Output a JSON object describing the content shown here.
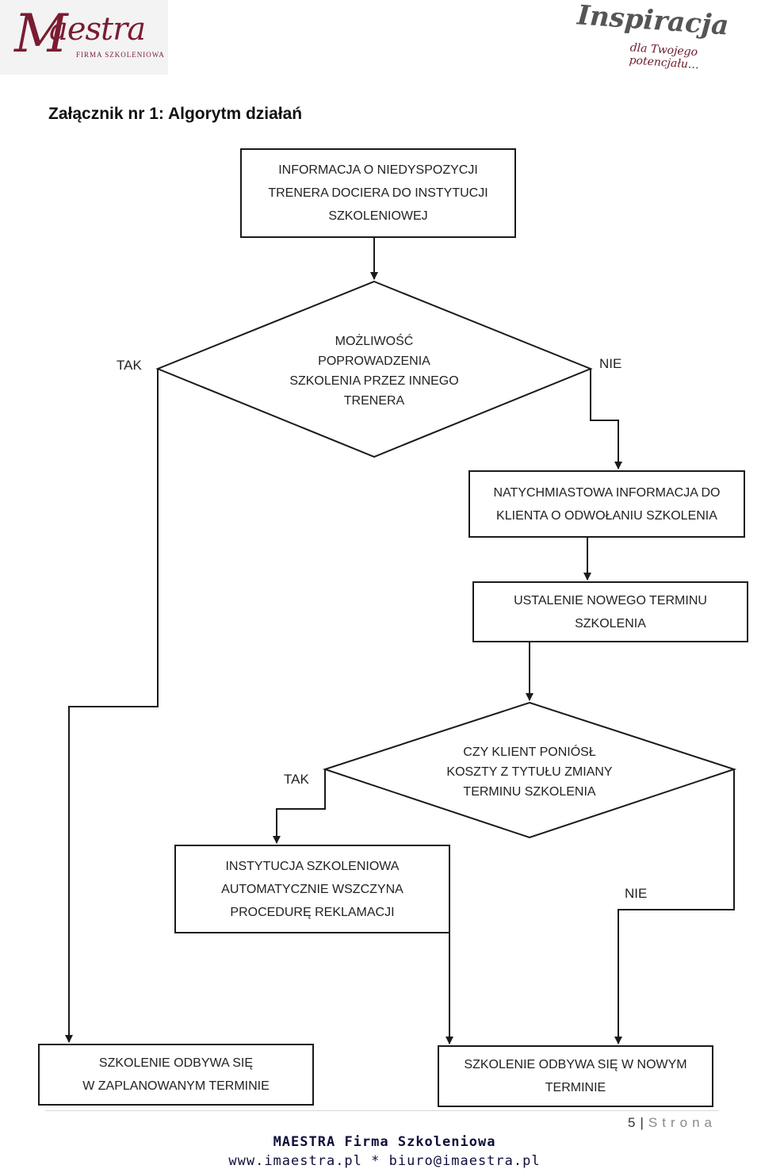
{
  "header": {
    "logo_left_initial": "M",
    "logo_left_word": "aestra",
    "logo_left_sub": "FIRMA SZKOLENIOWA",
    "logo_right_word": "Inspiracja",
    "logo_right_tagline": "dla Twojego potencjału…"
  },
  "title": "Załącznik nr 1: Algorytm działań",
  "flowchart": {
    "start": "INFORMACJA O NIEDYSPOZYCJI\nTRENERA DOCIERA DO INSTYTUCJI\nSZKOLENIOWEJ",
    "decision1": "MOŻLIWOŚĆ\nPOPROWADZENIA\nSZKOLENIA PRZEZ INNEGO\nTRENERA",
    "decision1_yes": "TAK",
    "decision1_no": "NIE",
    "notify_client": "NATYCHMIASTOWA INFORMACJA DO\nKLIENTA O ODWOŁANIU SZKOLENIA",
    "new_date": "USTALENIE NOWEGO TERMINU\nSZKOLENIA",
    "decision2": "CZY KLIENT PONIÓSŁ\nKOSZTY Z TYTUŁU ZMIANY\nTERMINU SZKOLENIA",
    "decision2_yes": "TAK",
    "decision2_no": "NIE",
    "complaint": "INSTYTUCJA SZKOLENIOWA\nAUTOMATYCZNIE WSZCZYNA\nPROCEDURĘ REKLAMACJI",
    "end_planned": "SZKOLENIE ODBYWA SIĘ\nW ZAPLANOWANYM TERMINIE",
    "end_new": "SZKOLENIE ODBYWA SIĘ W NOWYM\nTERMINIE"
  },
  "footer": {
    "page_number": "5",
    "page_word": "Strona",
    "company": "MAESTRA Firma Szkoleniowa",
    "contact": "www.imaestra.pl * biuro@imaestra.pl"
  },
  "colors": {
    "brand": "#7a1c32",
    "footer_text": "#0e0e3c"
  }
}
